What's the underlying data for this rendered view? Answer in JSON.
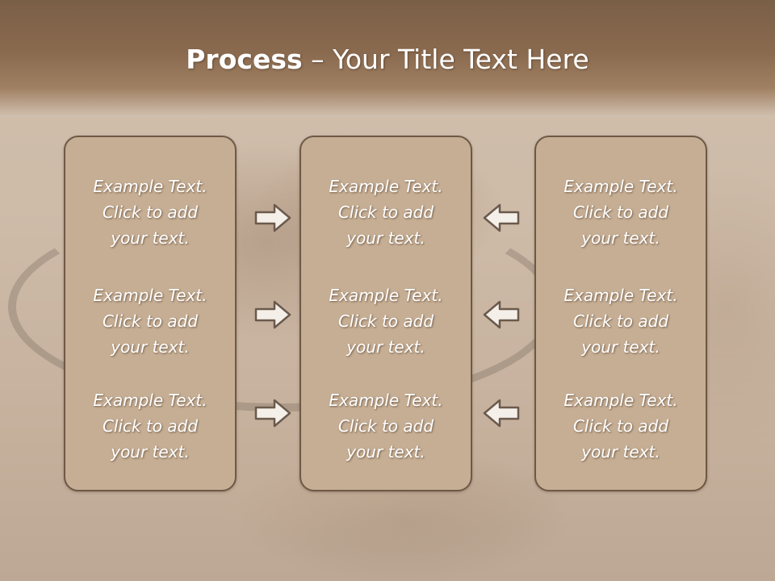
{
  "slide": {
    "title_bold": "Process",
    "title_rest": " – Your Title Text Here"
  },
  "columns": [
    {
      "entries": [
        {
          "line1": "Example Text.",
          "line2": "Click  to add",
          "line3": "your text."
        },
        {
          "line1": "Example Text.",
          "line2": "Click  to add",
          "line3": "your text."
        },
        {
          "line1": "Example Text.",
          "line2": "Click  to add",
          "line3": "your text."
        }
      ]
    },
    {
      "entries": [
        {
          "line1": "Example Text.",
          "line2": "Click  to add",
          "line3": "your text."
        },
        {
          "line1": "Example Text.",
          "line2": "Click  to add",
          "line3": "your text."
        },
        {
          "line1": "Example Text.",
          "line2": "Click  to add",
          "line3": "your text."
        }
      ]
    },
    {
      "entries": [
        {
          "line1": "Example Text.",
          "line2": "Click  to add",
          "line3": "your text."
        },
        {
          "line1": "Example Text.",
          "line2": "Click  to add",
          "line3": "your text."
        },
        {
          "line1": "Example Text.",
          "line2": "Click  to add",
          "line3": "your text."
        }
      ]
    }
  ],
  "icons": {
    "left_arrows": "arrow-right-icon",
    "right_arrows": "arrow-left-icon"
  },
  "colors": {
    "title_band": "#8a6a4f",
    "box_fill": "#c6ae94",
    "box_border": "#6e5846",
    "text": "#ffffff"
  }
}
